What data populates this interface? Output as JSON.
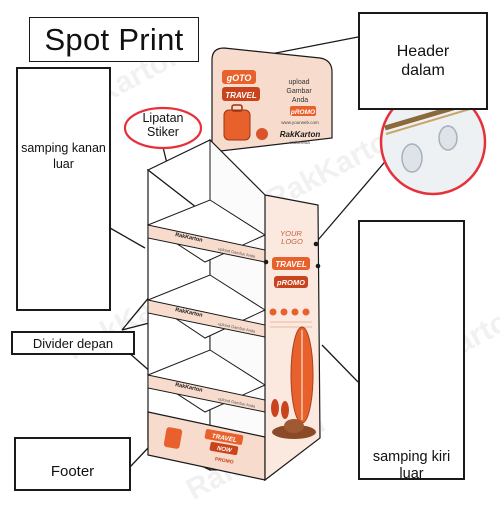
{
  "title": "Spot Print",
  "labels": {
    "header_dalam": "Header\ndalam",
    "lipatan_stiker": "Lipatan\nStiker",
    "samping_kanan_luar": "samping kanan\nluar",
    "samping_kiri_luar": "samping kiri\nluar",
    "divider_depan": "Divider depan",
    "footer": "Footer"
  },
  "artwork": {
    "header_go_to": "gOTO",
    "header_travel": "TRAVEL",
    "header_upload": "upload\nGambar\nAnda",
    "header_promo": "pROMO",
    "header_website": "www.yourweb.com",
    "brand": "RakKarton",
    "brand_sub": "Indonesia",
    "divider_upload": "upload Gambar Anda",
    "side_your_logo": "YOUR\nLOGO",
    "side_travel": "TRAVEL",
    "side_promo": "pROMO",
    "footer_travel": "TRAVEL",
    "footer_now": "NOW",
    "footer_promo": "PROMO"
  },
  "watermark": "RakKarton",
  "colors": {
    "panel": "#f7dccd",
    "panel_light": "#fbe9df",
    "accent": "#e8602c",
    "accent_dark": "#c9441c",
    "ink": "#1a1a1a",
    "highlight": "#e6313a"
  }
}
